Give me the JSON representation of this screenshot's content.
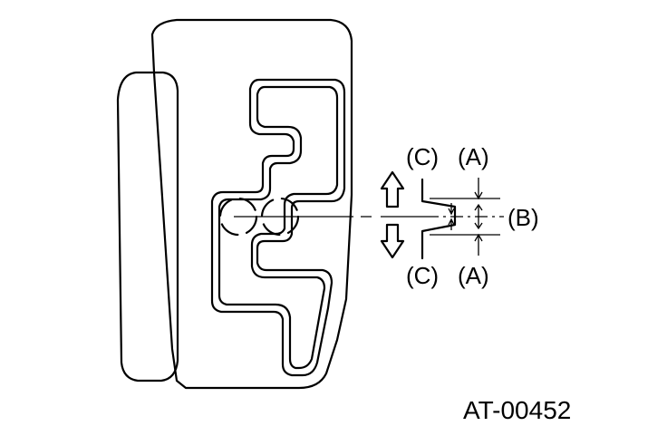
{
  "labels": {
    "c_top": "(C)",
    "a_top": "(A)",
    "b": "(B)",
    "c_bottom": "(C)",
    "a_bottom": "(A)"
  },
  "figure_code": "AT-00452"
}
